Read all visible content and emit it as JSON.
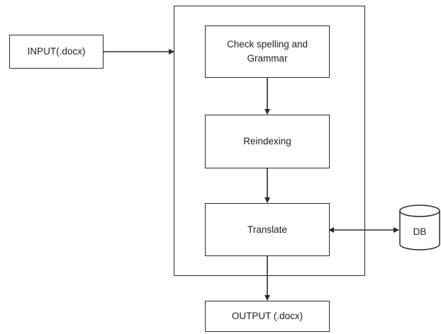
{
  "diagram": {
    "input_label": "INPUT(.docx)",
    "process_steps": [
      {
        "label": "Check spelling and Grammar"
      },
      {
        "label": "Reindexing"
      },
      {
        "label": "Translate"
      }
    ],
    "output_label": "OUTPUT (.docx)",
    "database_label": "DB"
  },
  "colors": {
    "stroke": "#2b2b2b",
    "background": "#ffffff",
    "text": "#222222"
  }
}
